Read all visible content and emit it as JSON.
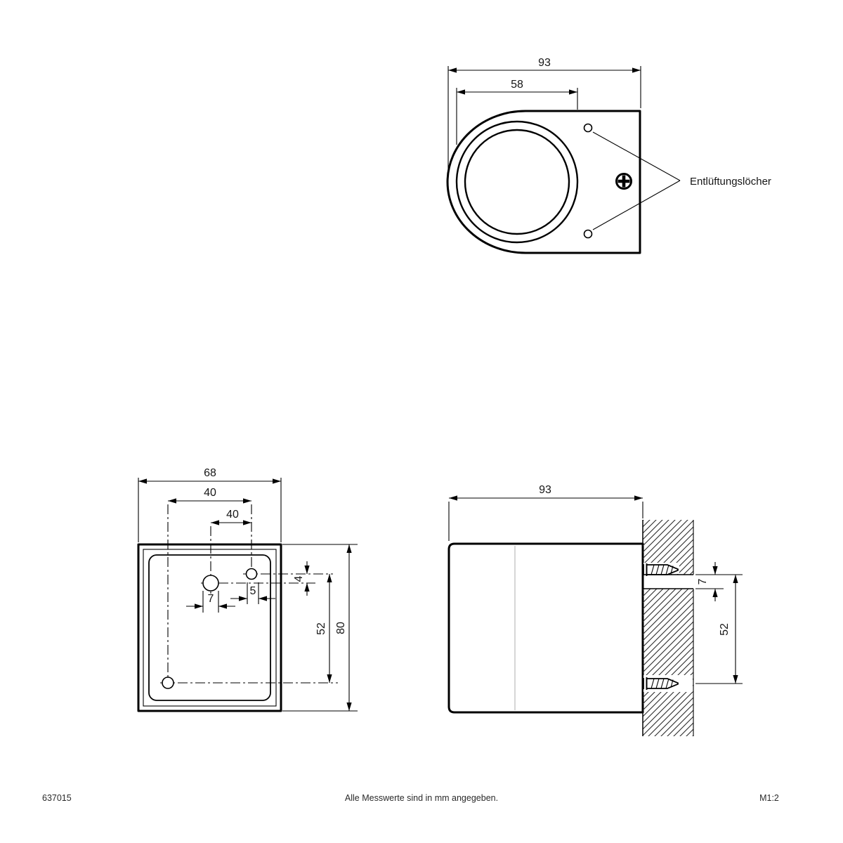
{
  "footer": {
    "article_number": "637015",
    "note": "Alle Messwerte sind in mm angegeben.",
    "scale": "M1:2"
  },
  "annotations": {
    "vent_holes": "Entlüftungslöcher"
  },
  "front_view": {
    "total_width": "93",
    "lens_diameter": "58"
  },
  "back_view": {
    "total_width": "68",
    "hole_span": "40",
    "hole_span_inner": "40",
    "slot_left_width": "7",
    "slot_right_width": "5",
    "vertical_offset": "4",
    "hole_spacing_vertical": "52",
    "total_height": "80"
  },
  "side_view": {
    "total_depth": "93",
    "slot_height": "7",
    "screw_spacing": "52"
  },
  "colors": {
    "line": "#000000",
    "lens_fill": "#ebebeb",
    "seam": "#c9c9c9"
  }
}
